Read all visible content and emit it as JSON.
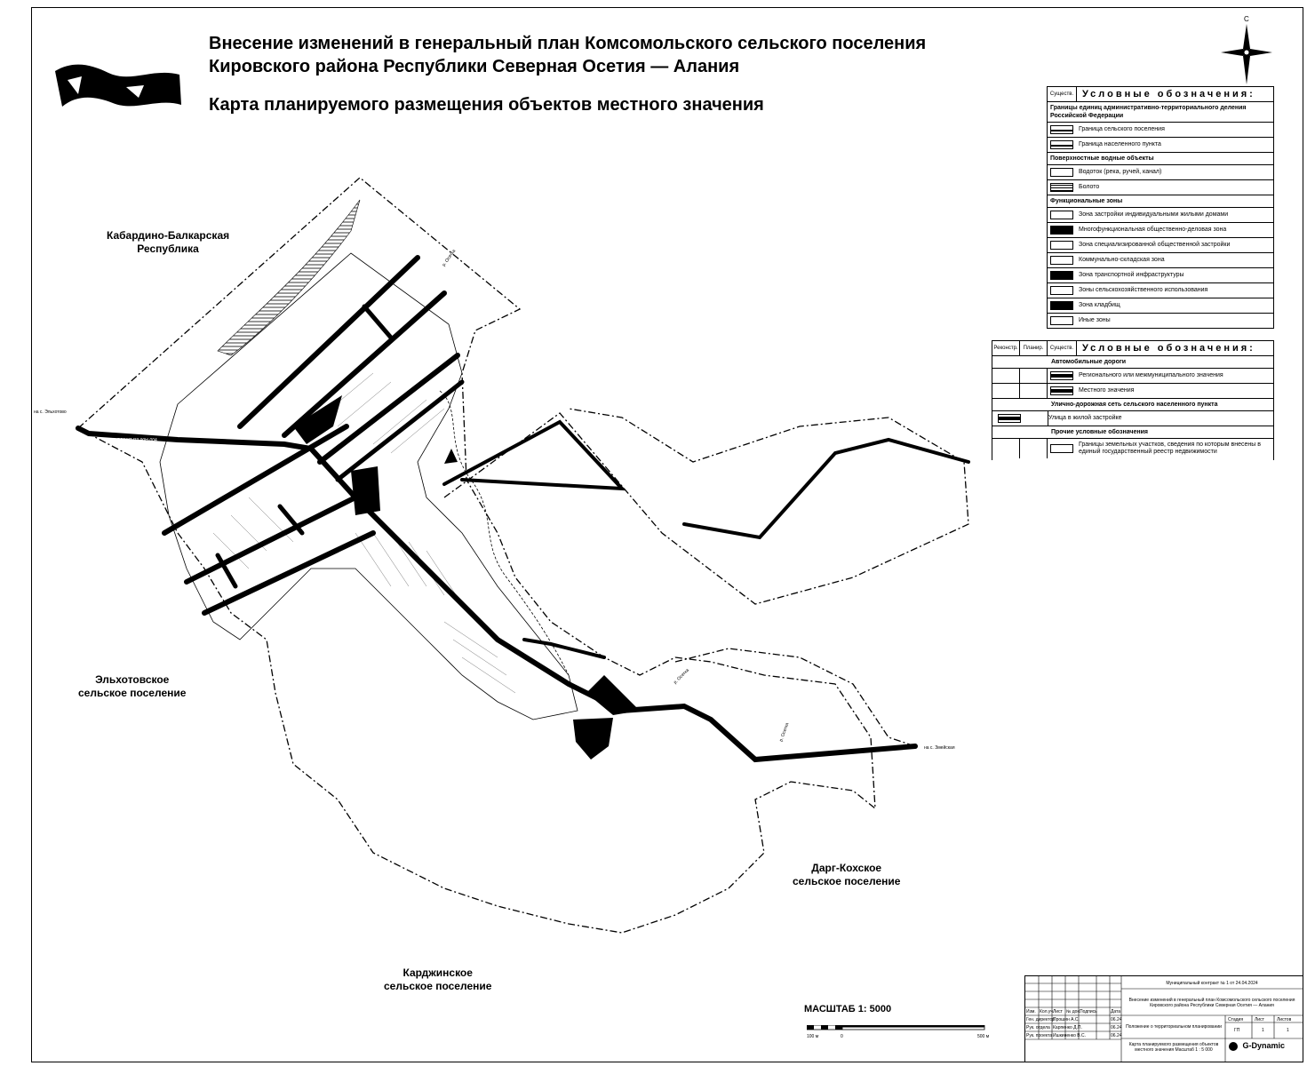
{
  "title": {
    "line1": "Внесение изменений в генеральный план Комсомольского сельского поселения",
    "line2": "Кировского района Республики Северная Осетия — Алания",
    "line3": "Карта планируемого размещения объектов местного значения"
  },
  "compass": {
    "north_letter": "С",
    "icon": "compass-rose-icon"
  },
  "regions": {
    "kbr1": "Кабардино-Балкарская",
    "kbr2": "Республика",
    "elh1": "Эльхотовское",
    "elh2": "сельское поселение",
    "darg1": "Дарг-Кохское",
    "darg2": "сельское поселение",
    "kard1": "Карджинское",
    "kard2": "сельское поселение"
  },
  "map_labels": {
    "road_west": "на с. Эльхотово",
    "road_east": "на с. Змейская",
    "road_code": "РЕГОП РЗ 90Н-004",
    "river1": "р. Осетка",
    "river2": "р. Осетка",
    "river3": "р. Осетка"
  },
  "legend1": {
    "col": "Существ.",
    "title": "Условные обозначения:",
    "sec1": "Границы единиц административно-территориального деления Российской Федерации",
    "r1": "Граница сельского поселения",
    "r2": "Граница населенного пункта",
    "sec2": "Поверхностные водные объекты",
    "r3": "Водоток (река, ручей, канал)",
    "r4": "Болото",
    "sec3": "Функциональные зоны",
    "r5": "Зона застройки индивидуальными жилыми домами",
    "r6": "Многофункциональная общественно-деловая зона",
    "r7": "Зона специализированной общественной застройки",
    "r8": "Коммунально-складская зона",
    "r9": "Зона транспортной инфраструктуры",
    "r10": "Зоны сельскохозяйственного использования",
    "r11": "Зона кладбищ",
    "r12": "Иные зоны"
  },
  "legend2": {
    "col1": "Реконстр.",
    "col2": "Планир.",
    "col3": "Существ.",
    "title": "Условные обозначения:",
    "sec1": "Автомобильные дороги",
    "r1": "Регионального или межмуниципального значения",
    "r2": "Местного значения",
    "sec2": "Улично-дорожная сеть сельского населенного пункта",
    "r3": "Улица в жилой застройке",
    "sec3": "Прочие условные обозначения",
    "r4": "Границы земельных участков, сведения по которым внесены в единый государственный реестр недвижимости"
  },
  "scale": {
    "label": "МАСШТАБ 1: 5000",
    "t0": "100 м",
    "t1": "0",
    "t2": "500 м"
  },
  "stamp": {
    "contract": "Муниципальный контракт № 1 от 24.04.2024",
    "project": "Внесение изменений в генеральный план Комсомольского сельского поселения Кировского района Республики Северная Осетия — Алания",
    "h1": "Изм.",
    "h2": "Кол.уч.",
    "h3": "Лист",
    "h4": "№ док.",
    "h5": "Подпись",
    "h6": "Дата",
    "p1": "Ген. директор",
    "p1n": "Прошин А.С.",
    "p2": "Рук. отдела",
    "p2n": "Карпенко Д.П.",
    "p3": "Рук. проекта",
    "p3n": "Ишкиненко В.С.",
    "d1": "06.24",
    "d2": "06.24",
    "d3": "06.24",
    "doc": "Положение о территориальном планировании",
    "stage_h": "Стадия",
    "sheet_h": "Лист",
    "sheets_h": "Листов",
    "stage": "ГП",
    "sheet": "1",
    "sheets": "1",
    "map_name": "Карта планируемого размещения объектов местного значения Масштаб 1 : 5 000",
    "company": "G-Dynamic"
  }
}
